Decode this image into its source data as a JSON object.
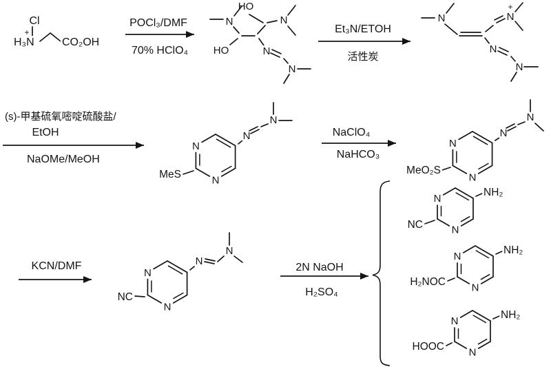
{
  "colors": {
    "ink": "#141414",
    "background": "#ffffff"
  },
  "atoms": {
    "n": "N",
    "ho": "HO",
    "plus": "+",
    "cl": "Cl",
    "h3n": "H₃N",
    "co2oh": "CO₂OH",
    "mes": "MeS",
    "meo2s": "MeO₂S",
    "nc": "NC",
    "nh2": "NH₂",
    "h2noc": "H₂NOC",
    "hooc": "HOOC"
  },
  "steps": {
    "step1": {
      "above": "POCl₃/DMF",
      "below": "70% HClO₄"
    },
    "step2": {
      "above": "Et₃N/ETOH",
      "below": "活性炭"
    },
    "step3": {
      "above_line1": "(s)-甲基硫氧嘧啶硫酸盐/",
      "above_line2": "EtOH",
      "below": "NaOMe/MeOH"
    },
    "step4": {
      "above": "NaClO₄",
      "below": "NaHCO₃"
    },
    "step5": {
      "above": "KCN/DMF"
    },
    "step6": {
      "above": "2N NaOH",
      "below": "H₂SO₄"
    }
  }
}
